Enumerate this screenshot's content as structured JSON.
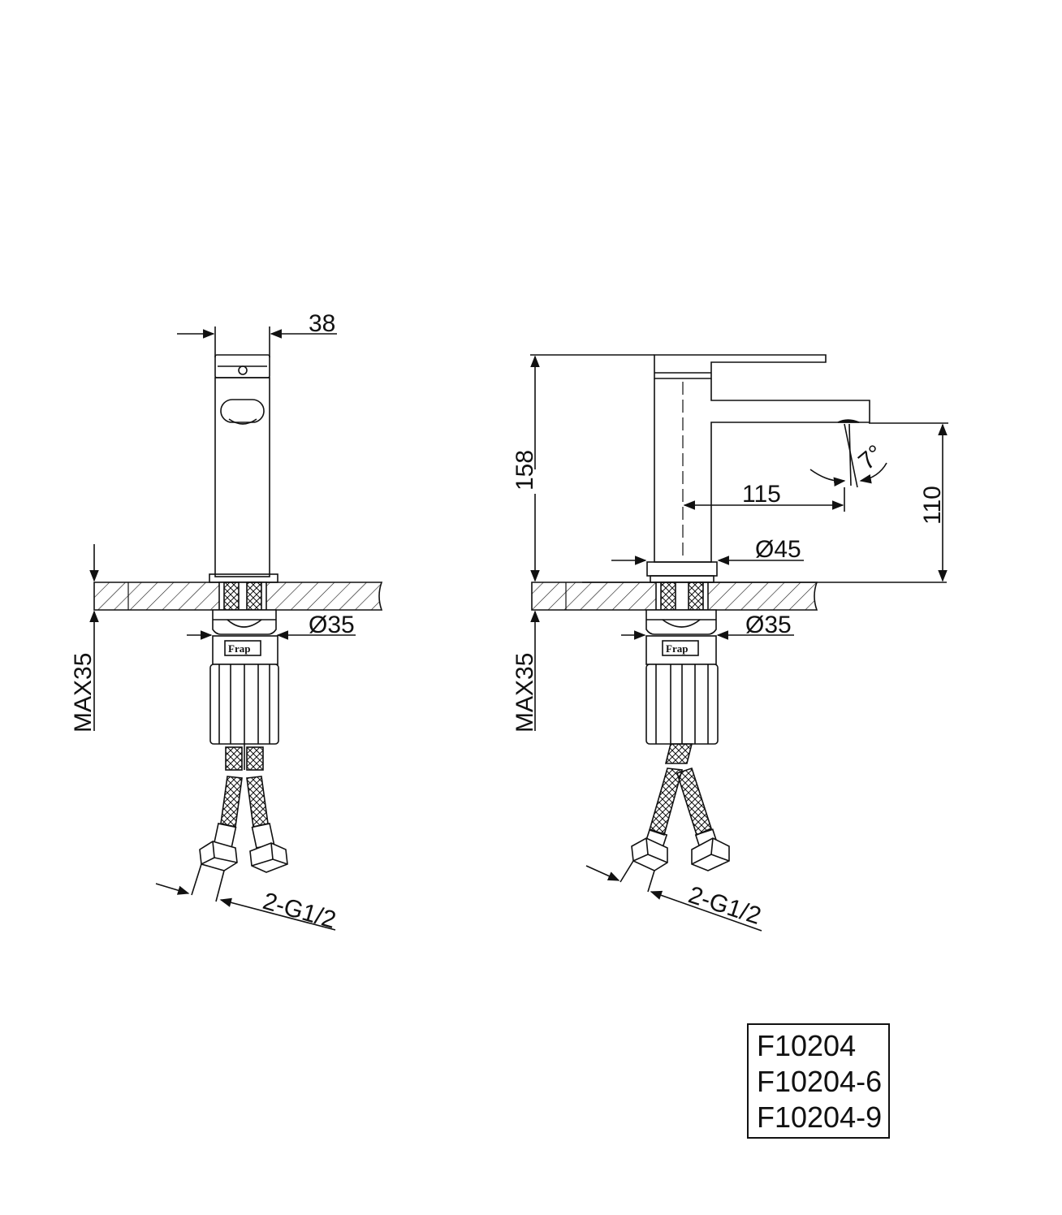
{
  "colors": {
    "line": "#111111",
    "background": "#ffffff"
  },
  "front_view": {
    "width_label": "38",
    "shank_diameter_label": "Ø35",
    "max_thickness_label": "MAX35",
    "thread_label": "2-G1/2",
    "logo_text": "Frap"
  },
  "side_view": {
    "height_label": "158",
    "spout_height_label": "110",
    "reach_label": "115",
    "base_diameter_label": "Ø45",
    "shank_diameter_label": "Ø35",
    "max_thickness_label": "MAX35",
    "angle_label": "7°",
    "thread_label": "2-G1/2",
    "logo_text": "Frap"
  },
  "models": [
    "F10204",
    "F10204-6",
    "F10204-9"
  ]
}
